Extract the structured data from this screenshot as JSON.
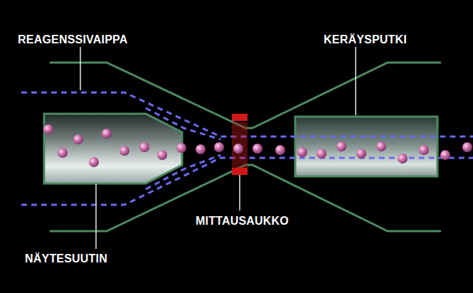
{
  "diagram": {
    "labels": [
      "REAGENSSIVAIPPA",
      "KERÄYSPUTKI",
      "MITTAUSAUKKO",
      "NÄYTESUUTIN"
    ]
  }
}
